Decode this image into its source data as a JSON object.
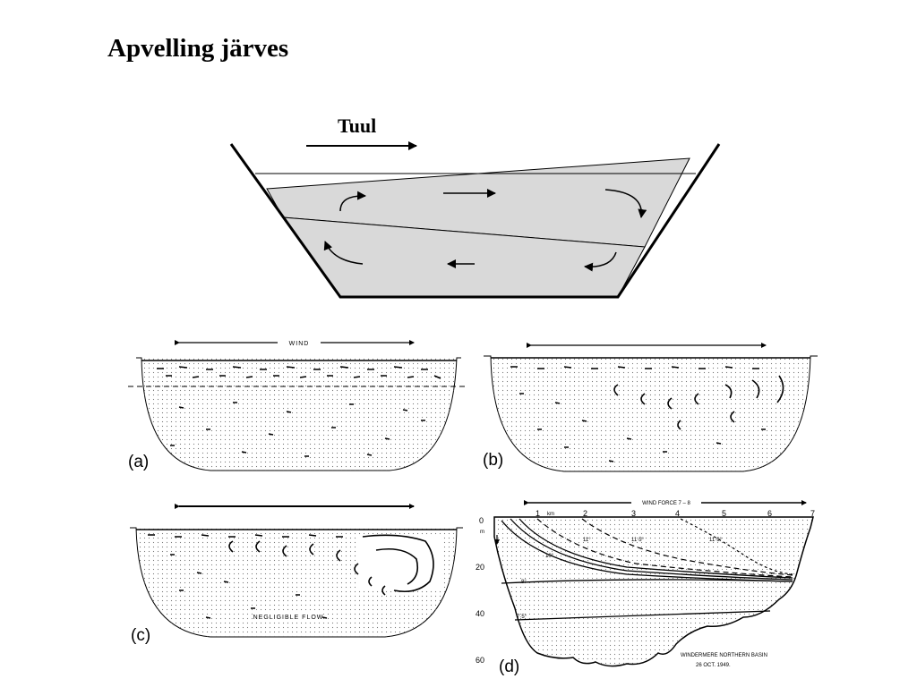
{
  "slide": {
    "title": "Apvelling järves"
  },
  "top_diagram": {
    "wind_label": "Tuul"
  },
  "panels": {
    "a": {
      "letter": "(a)",
      "wind_label": "WIND"
    },
    "b": {
      "letter": "(b)"
    },
    "c": {
      "letter": "(c)",
      "note": "NEGLIGIBLE FLOW"
    },
    "d": {
      "letter": "(d)",
      "wind_label": "WIND FORCE 7 – 8",
      "distance_unit": "km",
      "distance_ticks": [
        "1",
        "2",
        "3",
        "4",
        "5",
        "6",
        "7"
      ],
      "depth_unit": "m",
      "depth_ticks": [
        "0",
        "20",
        "40",
        "60"
      ],
      "isotherms": [
        "12°",
        "11°",
        "11·5°",
        "11·9°",
        "10°",
        "8°",
        "7·5°"
      ],
      "caption_line1": "WINDERMERE NORTHERN BASIN",
      "caption_line2": "26 OCT. 1949."
    }
  },
  "colors": {
    "water_fill": "#d9d9d9",
    "stroke": "#000000"
  }
}
